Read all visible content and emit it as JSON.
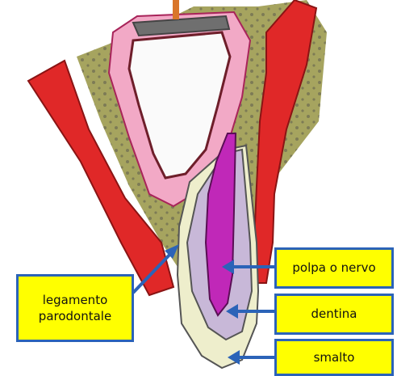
{
  "labels": {
    "ligament": [
      "legamento",
      "parodontale"
    ],
    "pulp": "polpa o nervo",
    "dentin": "dentina",
    "enamel": "smalto"
  },
  "colors": {
    "bone": "#a6a45f",
    "gum": "#e02828",
    "soft_tissue": "#f2a9c6",
    "pulp": "#c028b8",
    "dentin": "#c8b8d8",
    "enamel": "#eeeecc",
    "label_fill": "#ffff00",
    "label_border": "#2b63b8"
  }
}
